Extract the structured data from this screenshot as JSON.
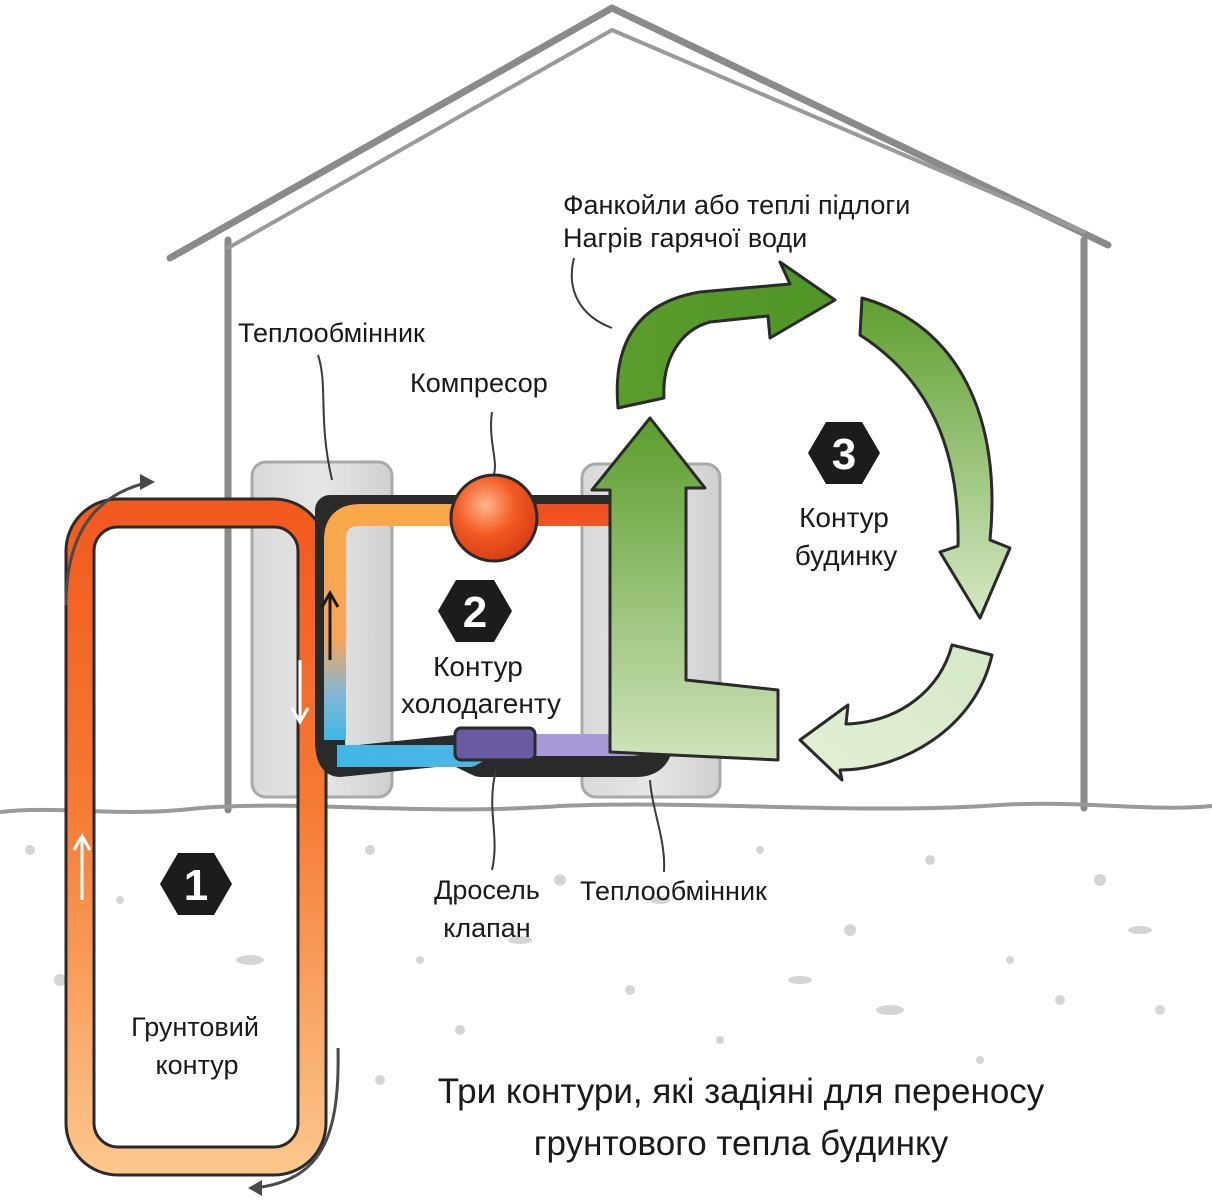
{
  "labels": {
    "heat_exchanger_top": "Теплообмінник",
    "compressor": "Компресор",
    "fancoils": "Фанкойли або теплі підлоги",
    "hot_water": "Нагрів гарячої води",
    "house_loop_line1": "Контур",
    "house_loop_line2": "будинку",
    "refrigerant_line1": "Контур",
    "refrigerant_line2": "холодагенту",
    "throttle_line1": "Дросель",
    "throttle_line2": "клапан",
    "heat_exchanger_bottom": "Теплообмінник",
    "ground_loop_line1": "Грунтовий",
    "ground_loop_line2": "контур",
    "caption_line1": "Три контури, які задіяні для переносу",
    "caption_line2": "грунтового тепла будинку"
  },
  "markers": {
    "loop1": "1",
    "loop2": "2",
    "loop3": "3"
  },
  "colors": {
    "ground_hot": "#f25a1e",
    "ground_warm": "#fcc07a",
    "refrigerant_hot": "#f0501f",
    "refrigerant_warm": "#f9a848",
    "refrigerant_cold": "#3fb7e6",
    "refrigerant_purple": "#a89ad6",
    "house_green_dark": "#5b9d2c",
    "house_green_light": "#d6e8c4",
    "compressor": "#ee4a1c",
    "outline": "#2a2a2a"
  }
}
